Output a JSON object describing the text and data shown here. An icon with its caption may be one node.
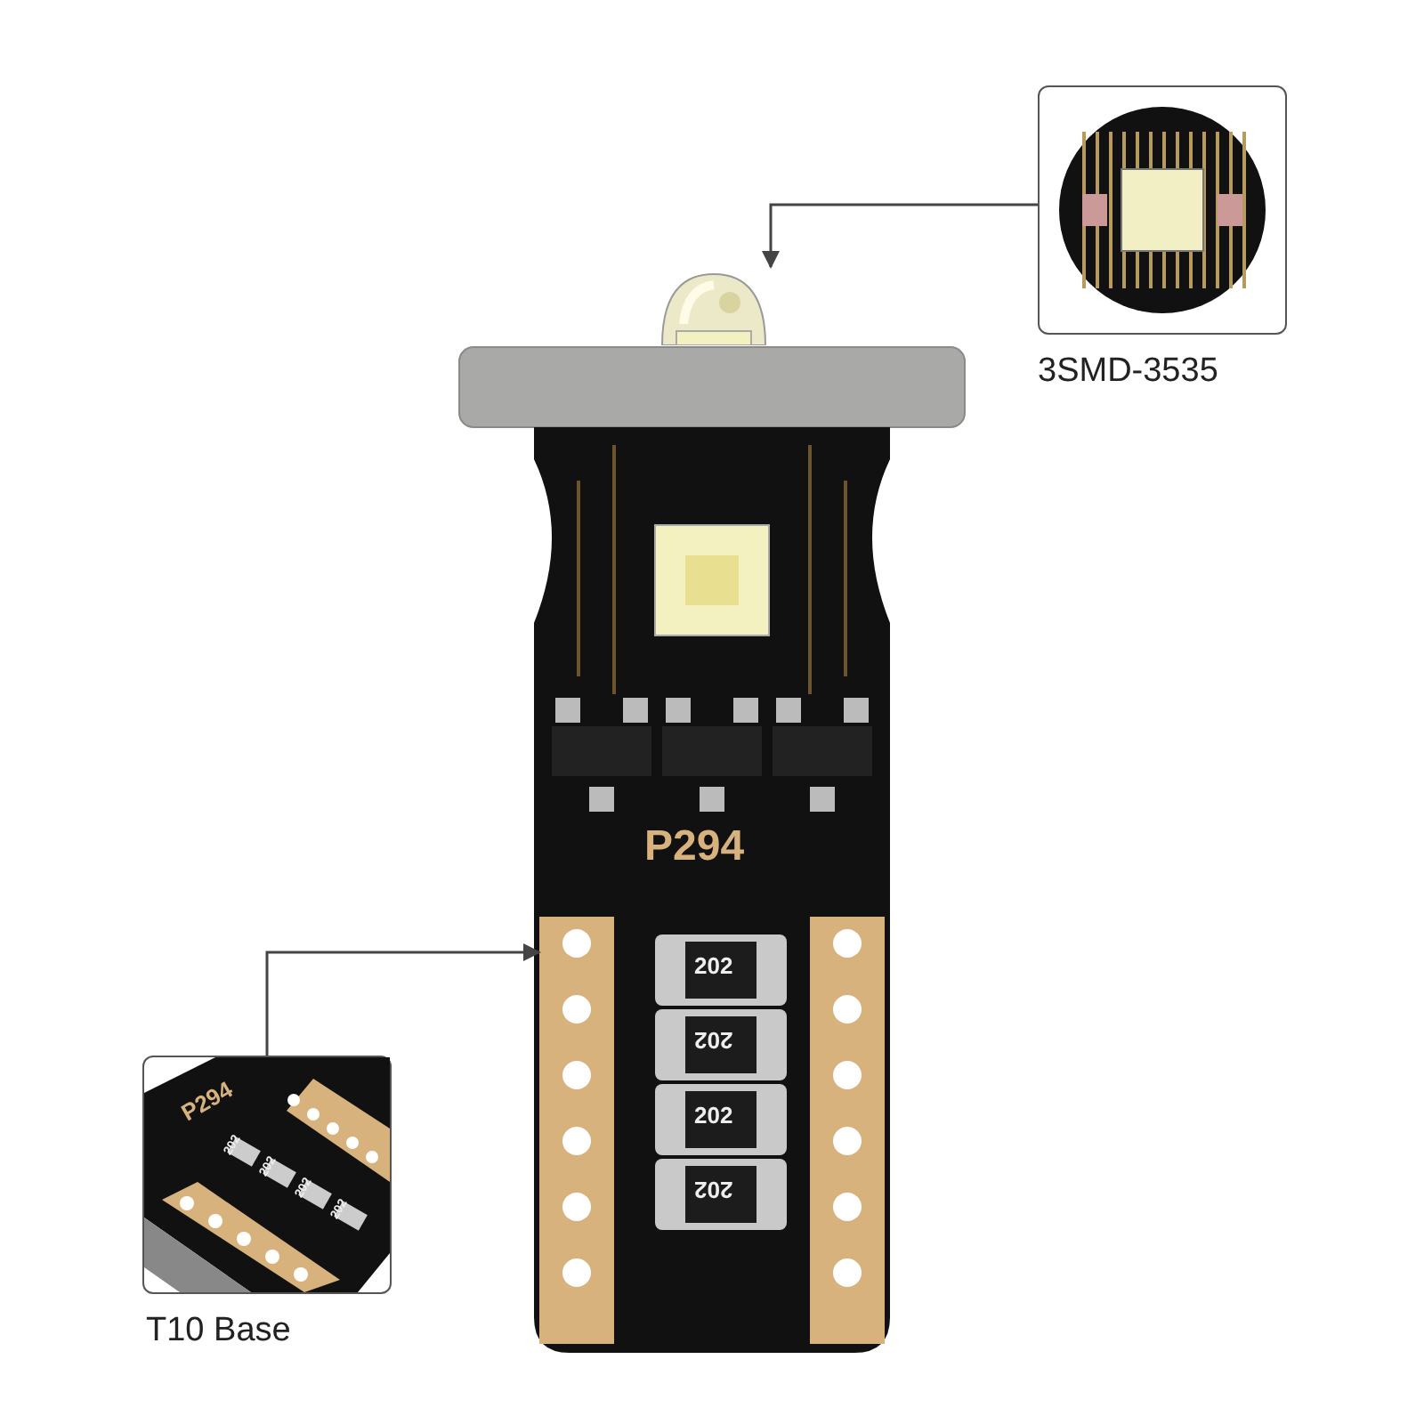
{
  "diagram": {
    "nodes": [
      {
        "text": [],
        "shape": "picture",
        "beside": [
          "3SMD-3535"
        ]
      },
      {
        "text": [],
        "shape": "picture"
      },
      {
        "text": [],
        "shape": "picture",
        "beside": [
          "T10 Base"
        ]
      },
      {
        "text": [],
        "shape": "picture"
      }
    ],
    "edges": [
      {
        "from": 0,
        "to": 1,
        "arrow": "to"
      },
      {
        "from": 2,
        "to": 3,
        "arrow": "to"
      }
    ],
    "labels": [
      "P294",
      "202",
      "202",
      "202",
      "202",
      "P294",
      "202",
      "202",
      "202",
      "202"
    ]
  }
}
